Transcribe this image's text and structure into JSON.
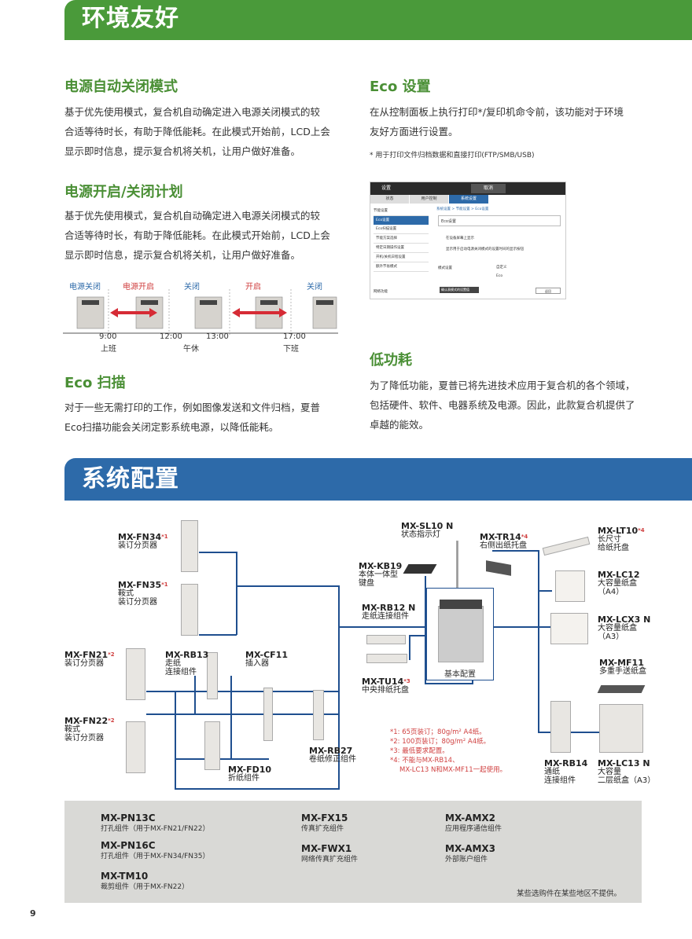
{
  "banners": {
    "env": "环境友好",
    "system": "系统配置"
  },
  "sections": {
    "auto_off": {
      "title": "电源自动关闭模式",
      "lines": [
        "基于优先使用模式，复合机自动确定进入电源关闭模式的较",
        "合适等待时长，有助于降低能耗。在此模式开始前，LCD上会",
        "显示即时信息，提示复合机将关机，让用户做好准备。"
      ]
    },
    "schedule": {
      "title": "电源开启/关闭计划",
      "lines": [
        "基于优先使用模式，复合机自动确定进入电源关闭模式的较",
        "合适等待时长，有助于降低能耗。在此模式开始前，LCD上会",
        "显示即时信息，提示复合机将关机，让用户做好准备。"
      ]
    },
    "eco_scan": {
      "title": "Eco 扫描",
      "lines": [
        "对于一些无需打印的工作，例如图像发送和文件归档，夏普",
        "Eco扫描功能会关闭定影系统电源，以降低能耗。"
      ]
    },
    "eco_setting": {
      "title": "Eco 设置",
      "lines": [
        "在从控制面板上执行打印*/复印机命令前，该功能对于环境",
        "友好方面进行设置。"
      ],
      "note": "* 用于打印文件归档数据和直接打印(FTP/SMB/USB)"
    },
    "low_power": {
      "title": "低功耗",
      "lines": [
        "为了降低功能，夏普已将先进技术应用于复合机的各个领域，",
        "包括硬件、软件、电器系统及电源。因此，此款复合机提供了",
        "卓越的能效。"
      ]
    }
  },
  "timeline": {
    "labels": [
      "电源关闭",
      "电源开启",
      "关闭",
      "开启",
      "关闭"
    ],
    "times": [
      "9:00",
      "12:00",
      "13:00",
      "17:00"
    ],
    "events": [
      "上班",
      "午休",
      "下班"
    ]
  },
  "screen": {
    "title": "设置",
    "tabs": [
      "状态",
      "用户控制",
      "系统设置"
    ],
    "top_btn": "取消",
    "side_items": [
      "节能设置",
      "Eco设置",
      "Eco扫描设置",
      "节能方案选择",
      "特定日期操作设置",
      "开机/关机日程设置",
      "额外节省模式"
    ],
    "breadcrumb": "系统设置 > 节能设置 > Eco设置",
    "panel_title": "Eco设置",
    "options": [
      "在设备屏幕上显示",
      "显示用于启动电源关闭模式的设置时间的显示按钮"
    ],
    "mode_label": "模式设置",
    "radios": [
      "自定义",
      "Eco"
    ],
    "bottom_btn": "确认表模式的设置值",
    "back_btn": "返回",
    "other": "网络功能"
  },
  "components": {
    "fn34": {
      "name": "MX-FN34",
      "sup": "*1",
      "desc": [
        "装订分页器"
      ]
    },
    "fn35": {
      "name": "MX-FN35",
      "sup": "*1",
      "desc": [
        "鞍式",
        "装订分页器"
      ]
    },
    "fn21": {
      "name": "MX-FN21",
      "sup": "*2",
      "desc": [
        "装订分页器"
      ]
    },
    "fn22": {
      "name": "MX-FN22",
      "sup": "*2",
      "desc": [
        "鞍式",
        "装订分页器"
      ]
    },
    "rb13": {
      "name": "MX-RB13",
      "sup": "",
      "desc": [
        "走纸",
        "连接组件"
      ]
    },
    "cf11": {
      "name": "MX-CF11",
      "sup": "",
      "desc": [
        "插入器"
      ]
    },
    "fd10": {
      "name": "MX-FD10",
      "sup": "",
      "desc": [
        "折纸组件"
      ]
    },
    "rb27": {
      "name": "MX-RB27",
      "sup": "",
      "desc": [
        "卷纸修正组件"
      ]
    },
    "sl10": {
      "name": "MX-SL10 N",
      "sup": "",
      "desc": [
        "状态指示灯"
      ]
    },
    "kb19": {
      "name": "MX-KB19",
      "sup": "",
      "desc": [
        "本体一体型",
        "键盘"
      ]
    },
    "rb12": {
      "name": "MX-RB12 N",
      "sup": "",
      "desc": [
        "走纸连接组件"
      ]
    },
    "tu14": {
      "name": "MX-TU14",
      "sup": "*3",
      "desc": [
        "中央排纸托盘"
      ]
    },
    "tr14": {
      "name": "MX-TR14",
      "sup": "*4",
      "desc": [
        "右侧出纸托盘"
      ]
    },
    "lt10": {
      "name": "MX-LT10",
      "sup": "*4",
      "desc": [
        "长尺寸",
        "给纸托盘"
      ]
    },
    "lc12": {
      "name": "MX-LC12",
      "sup": "",
      "desc": [
        "大容量纸盒",
        "（A4）"
      ]
    },
    "lcx3": {
      "name": "MX-LCX3 N",
      "sup": "",
      "desc": [
        "大容量纸盒",
        "（A3）"
      ]
    },
    "mf11": {
      "name": "MX-MF11",
      "sup": "",
      "desc": [
        "多重手送纸盒"
      ]
    },
    "rb14": {
      "name": "MX-RB14",
      "sup": "",
      "desc": [
        "通纸",
        "连接组件"
      ]
    },
    "lc13": {
      "name": "MX-LC13 N",
      "sup": "",
      "desc": [
        "大容量",
        "二层纸盒（A3）"
      ]
    }
  },
  "base_label": "基本配置",
  "footnotes": [
    "*1: 65页装订；80g/m² A4纸。",
    "*2: 100页装订；80g/m² A4纸。",
    "*3: 最低要求配置。",
    "*4: 不能与MX-RB14、",
    "MX-LC13 N和MX-MF11一起使用。"
  ],
  "accessories": [
    {
      "name": "MX-PN13C",
      "desc": "打孔组件（用于MX-FN21/FN22）"
    },
    {
      "name": "MX-PN16C",
      "desc": "打孔组件（用于MX-FN34/FN35）"
    },
    {
      "name": "MX-TM10",
      "desc": "裁剪组件（用于MX-FN22）"
    },
    {
      "name": "MX-FX15",
      "desc": "传真扩充组件"
    },
    {
      "name": "MX-FWX1",
      "desc": "网络传真扩充组件"
    },
    {
      "name": "MX-AMX2",
      "desc": "应用程序通信组件"
    },
    {
      "name": "MX-AMX3",
      "desc": "外部账户组件"
    }
  ],
  "availability_note": "某些选购件在某些地区不提供。",
  "page_number": "9",
  "colors": {
    "green": "#4a9a3a",
    "blue": "#2d6aa9",
    "heading": "#4a8f35",
    "line": "#1f4f8f",
    "note_red": "#d04040"
  }
}
